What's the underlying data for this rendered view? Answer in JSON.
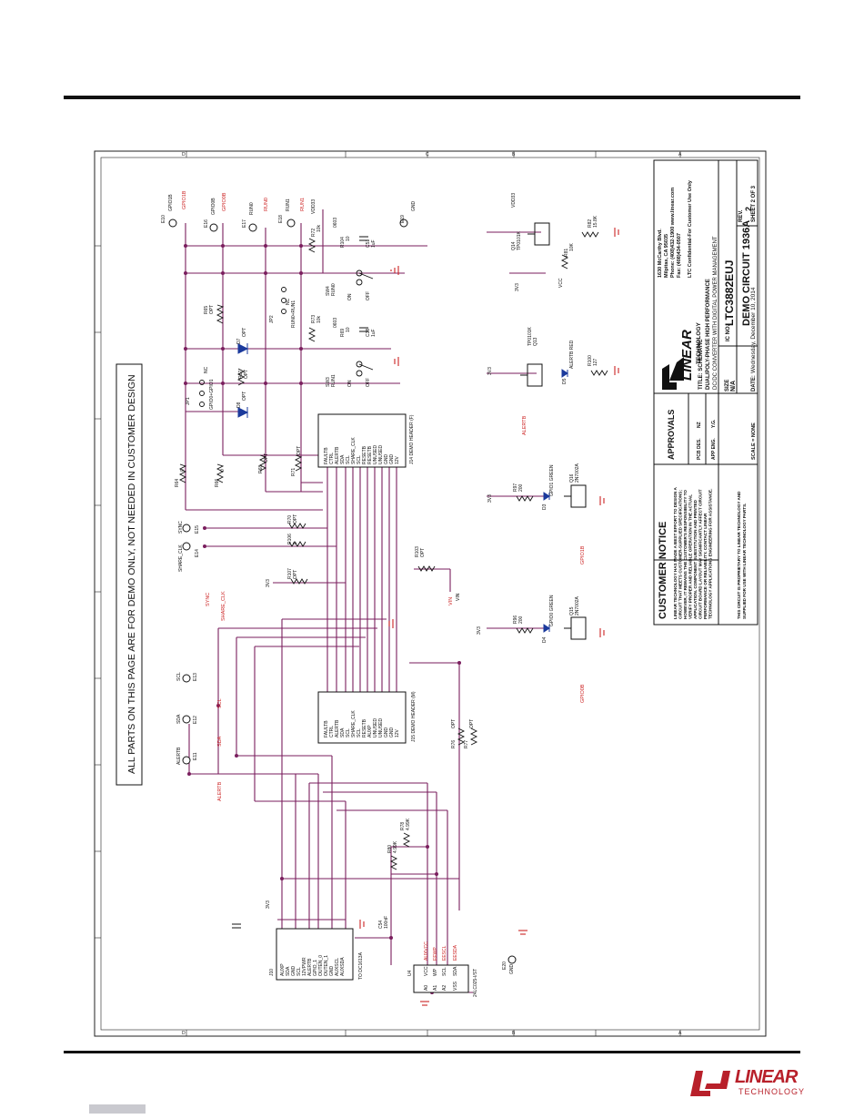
{
  "notice_banner": "ALL PARTS ON THIS PAGE ARE FOR DEMO ONLY, NOT NEEDED IN CUSTOMER DESIGN",
  "footer": {
    "brand": "LINEAR",
    "brand_sub": "TECHNOLOGY"
  },
  "title_block": {
    "address_lines": [
      "1630 McCarthy Blvd.",
      "Milpitas, CA 95035",
      "Phone: (408)432-1900  www.linear.com",
      "Fax: (408)434-0507",
      "LTC Confidential-For Customer Use Only"
    ],
    "logo_text": "LINEAR",
    "logo_sub": "TECHNOLOGY",
    "title_lines": [
      "TITLE: SCHEMATIC",
      "DUAL/POLY-PHASE HIGH PERFORMANCE",
      "DC/DC CONVERTER WITH DIGITAL POWER MANAGEMENT"
    ],
    "part": "LTC3882EUJ",
    "demo": "DEMO CIRCUIT 1936A",
    "date_label": "DATE:",
    "date": "Wednesday, December 10, 2014",
    "size_label": "SIZE",
    "size_value": "N/A",
    "ic_no_label": "IC NO.",
    "rev_label": "REV.",
    "rev_value": "2",
    "sheet": "SHEET  2  OF  3",
    "approvals": "APPROVALS",
    "pcb_des_label": "PCB DES.",
    "pcb_des": "NZ",
    "app_eng_label": "APP ENG.",
    "app_eng": "Y.G.",
    "scale": "SCALE = NONE",
    "customer_notice_title": "CUSTOMER NOTICE",
    "customer_notice_lines": [
      "LINEAR TECHNOLOGY HAS MADE A BEST EFFORT TO DESIGN A",
      "CIRCUIT THAT MEETS CUSTOMER-SUPPLIED SPECIFICATIONS;",
      "HOWEVER, IT REMAINS THE CUSTOMER'S RESPONSIBILITY TO",
      "VERIFY PROPER AND RELIABLE OPERATION IN THE ACTUAL",
      "APPLICATION. COMPONENT SUBSTITUTION AND PRINTED",
      "CIRCUIT BOARD LAYOUT MAY SIGNIFICANTLY AFFECT CIRCUIT",
      "PERFORMANCE OR RELIABILITY. CONTACT LINEAR",
      "TECHNOLOGY APPLICATIONS ENGINEERING FOR ASSISTANCE."
    ],
    "proprietary_lines": [
      "THIS CIRCUIT IS PROPRIETARY TO LINEAR TECHNOLOGY AND",
      "SUPPLIED FOR USE WITH LINEAR TECHNOLOGY PARTS."
    ]
  },
  "connectors": {
    "j14": {
      "label": "J14  DEMO HEADER (F)",
      "pins": [
        "FAULTB",
        "CTRL",
        "ALERTB",
        "SDA",
        "SCL",
        "SHARE_CLK",
        "SCL",
        "RESETB",
        "RESETB",
        "UNUSED",
        "UNUSED",
        "GND",
        "GND",
        "12V"
      ]
    },
    "j15": {
      "label": "J15  DEMO HEADER (M)",
      "pins": [
        "FAULTB",
        "CTRL",
        "ALERTB",
        "SDA",
        "SCL",
        "SHARE_CLK",
        "SCL",
        "RESETB",
        "AUXP",
        "UNUSED",
        "UNUSED",
        "GND",
        "GND",
        "12V"
      ]
    },
    "j10": {
      "label": "J10",
      "sub": "TO DC1613A",
      "pins": [
        "AUXP",
        "SDA",
        "GND",
        "SCL",
        "12VPWR",
        "ALERTB",
        "GPIO_1",
        "OUTEN_0",
        "OUTEN_1",
        "GND",
        "AUXSCL",
        "AUXSDA"
      ]
    },
    "u4": {
      "label": "U4",
      "sub": "24LC025-I/ST",
      "left": [
        "A0",
        "A1",
        "A2",
        "VSS"
      ],
      "right": [
        "VCC",
        "WP",
        "SCL",
        "SDA"
      ],
      "right_nets": [
        "AUXVCC",
        "EEWP",
        "EESCL",
        "EESDA"
      ]
    }
  },
  "components": [
    {
      "ref": "R64",
      "value": "0"
    },
    {
      "ref": "R65",
      "value": "OPT"
    },
    {
      "ref": "R66",
      "value": "0"
    },
    {
      "ref": "R67",
      "value": "OPT"
    },
    {
      "ref": "R68",
      "value": "OPT"
    },
    {
      "ref": "R71",
      "value": "OPT"
    },
    {
      "ref": "R70",
      "value": "OPT"
    },
    {
      "ref": "R106",
      "value": "0"
    },
    {
      "ref": "R107",
      "value": "OPT"
    },
    {
      "ref": "R103",
      "value": "OPT"
    },
    {
      "ref": "R76",
      "value": "OPT"
    },
    {
      "ref": "R77",
      "value": "OPT"
    },
    {
      "ref": "R78",
      "value": "4.99K"
    },
    {
      "ref": "R80",
      "value": "4.99K"
    },
    {
      "ref": "R72",
      "value": "10k"
    },
    {
      "ref": "R73",
      "value": "10k"
    },
    {
      "ref": "R69",
      "value": "10"
    },
    {
      "ref": "R104",
      "value": "10"
    },
    {
      "ref": "R82",
      "value": "15.8K"
    },
    {
      "ref": "R81",
      "value": "10K"
    },
    {
      "ref": "R96",
      "value": "200"
    },
    {
      "ref": "R97",
      "value": "200"
    },
    {
      "ref": "R100",
      "value": "127"
    },
    {
      "ref": "C38",
      "value": "1uF"
    },
    {
      "ref": "C51",
      "value": "1uF"
    },
    {
      "ref": "C54",
      "value": "100nF"
    },
    {
      "ref": "Q13",
      "value": "TP0101K"
    },
    {
      "ref": "Q14",
      "value": "TP0101K"
    },
    {
      "ref": "Q15",
      "value": "2N7002A"
    },
    {
      "ref": "Q16",
      "value": "2N7002A"
    },
    {
      "ref": "D4",
      "value": "GPIO0 GREEN"
    },
    {
      "ref": "D3",
      "value": "GPIO1 GREEN"
    },
    {
      "ref": "D5",
      "value": "ALERTB RED"
    },
    {
      "ref": "D7",
      "value": "OPT"
    },
    {
      "ref": "D8",
      "value": "OPT"
    },
    {
      "ref": "SW3",
      "value": "RUN1"
    },
    {
      "ref": "SW4",
      "value": "RUN0"
    },
    {
      "ref": "JP1",
      "value": "GPIO0+GPIO1"
    },
    {
      "ref": "JP2",
      "value": "RUN0+RUN1"
    }
  ],
  "nets": {
    "gpio1b": "GPIO1B",
    "gpio0b": "GPIO0B",
    "run0": "RUN0",
    "run1": "RUN1",
    "gnd": "GND",
    "vdd33": "VDD33",
    "v3v3": "3V3",
    "vcc": "VCC",
    "vin": "VIN",
    "sync": "SYNC",
    "share_clk": "SHARE_CLK",
    "scl": "SCL",
    "sda": "SDA",
    "alertb": "ALERTB",
    "e10": "E10",
    "e16": "E16",
    "e17": "E17",
    "e18": "E18",
    "e19": "E19",
    "e15": "E15",
    "e14": "E14",
    "e13": "E13",
    "e12": "E12",
    "e11": "E11",
    "e20": "E20",
    "on": "ON",
    "off": "OFF",
    "nc": "NC",
    "v0603": "0603"
  },
  "zone_letters": [
    "A",
    "B",
    "C",
    "D"
  ],
  "colors": {
    "wire": "#7a1e5e",
    "net_red": "#cc2222",
    "part": "#111111",
    "logo": "#b8202a"
  }
}
